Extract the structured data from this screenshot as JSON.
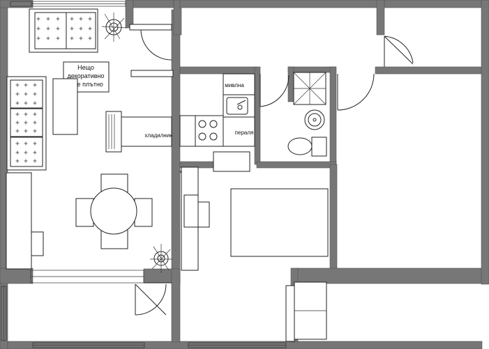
{
  "labels": {
    "note_line1": "Нещо",
    "note_line2": "декоративно",
    "note_line3": "и не плътно",
    "sink": "мивлна",
    "fridge": "хладилник",
    "washer": "пераля"
  },
  "colors": {
    "wall": "#777777",
    "line": "#222222",
    "background": "#ffffff"
  },
  "icons": [
    "plant-icon",
    "sink-icon",
    "stove-icon",
    "toilet-icon",
    "washbasin-icon",
    "shower-icon"
  ]
}
